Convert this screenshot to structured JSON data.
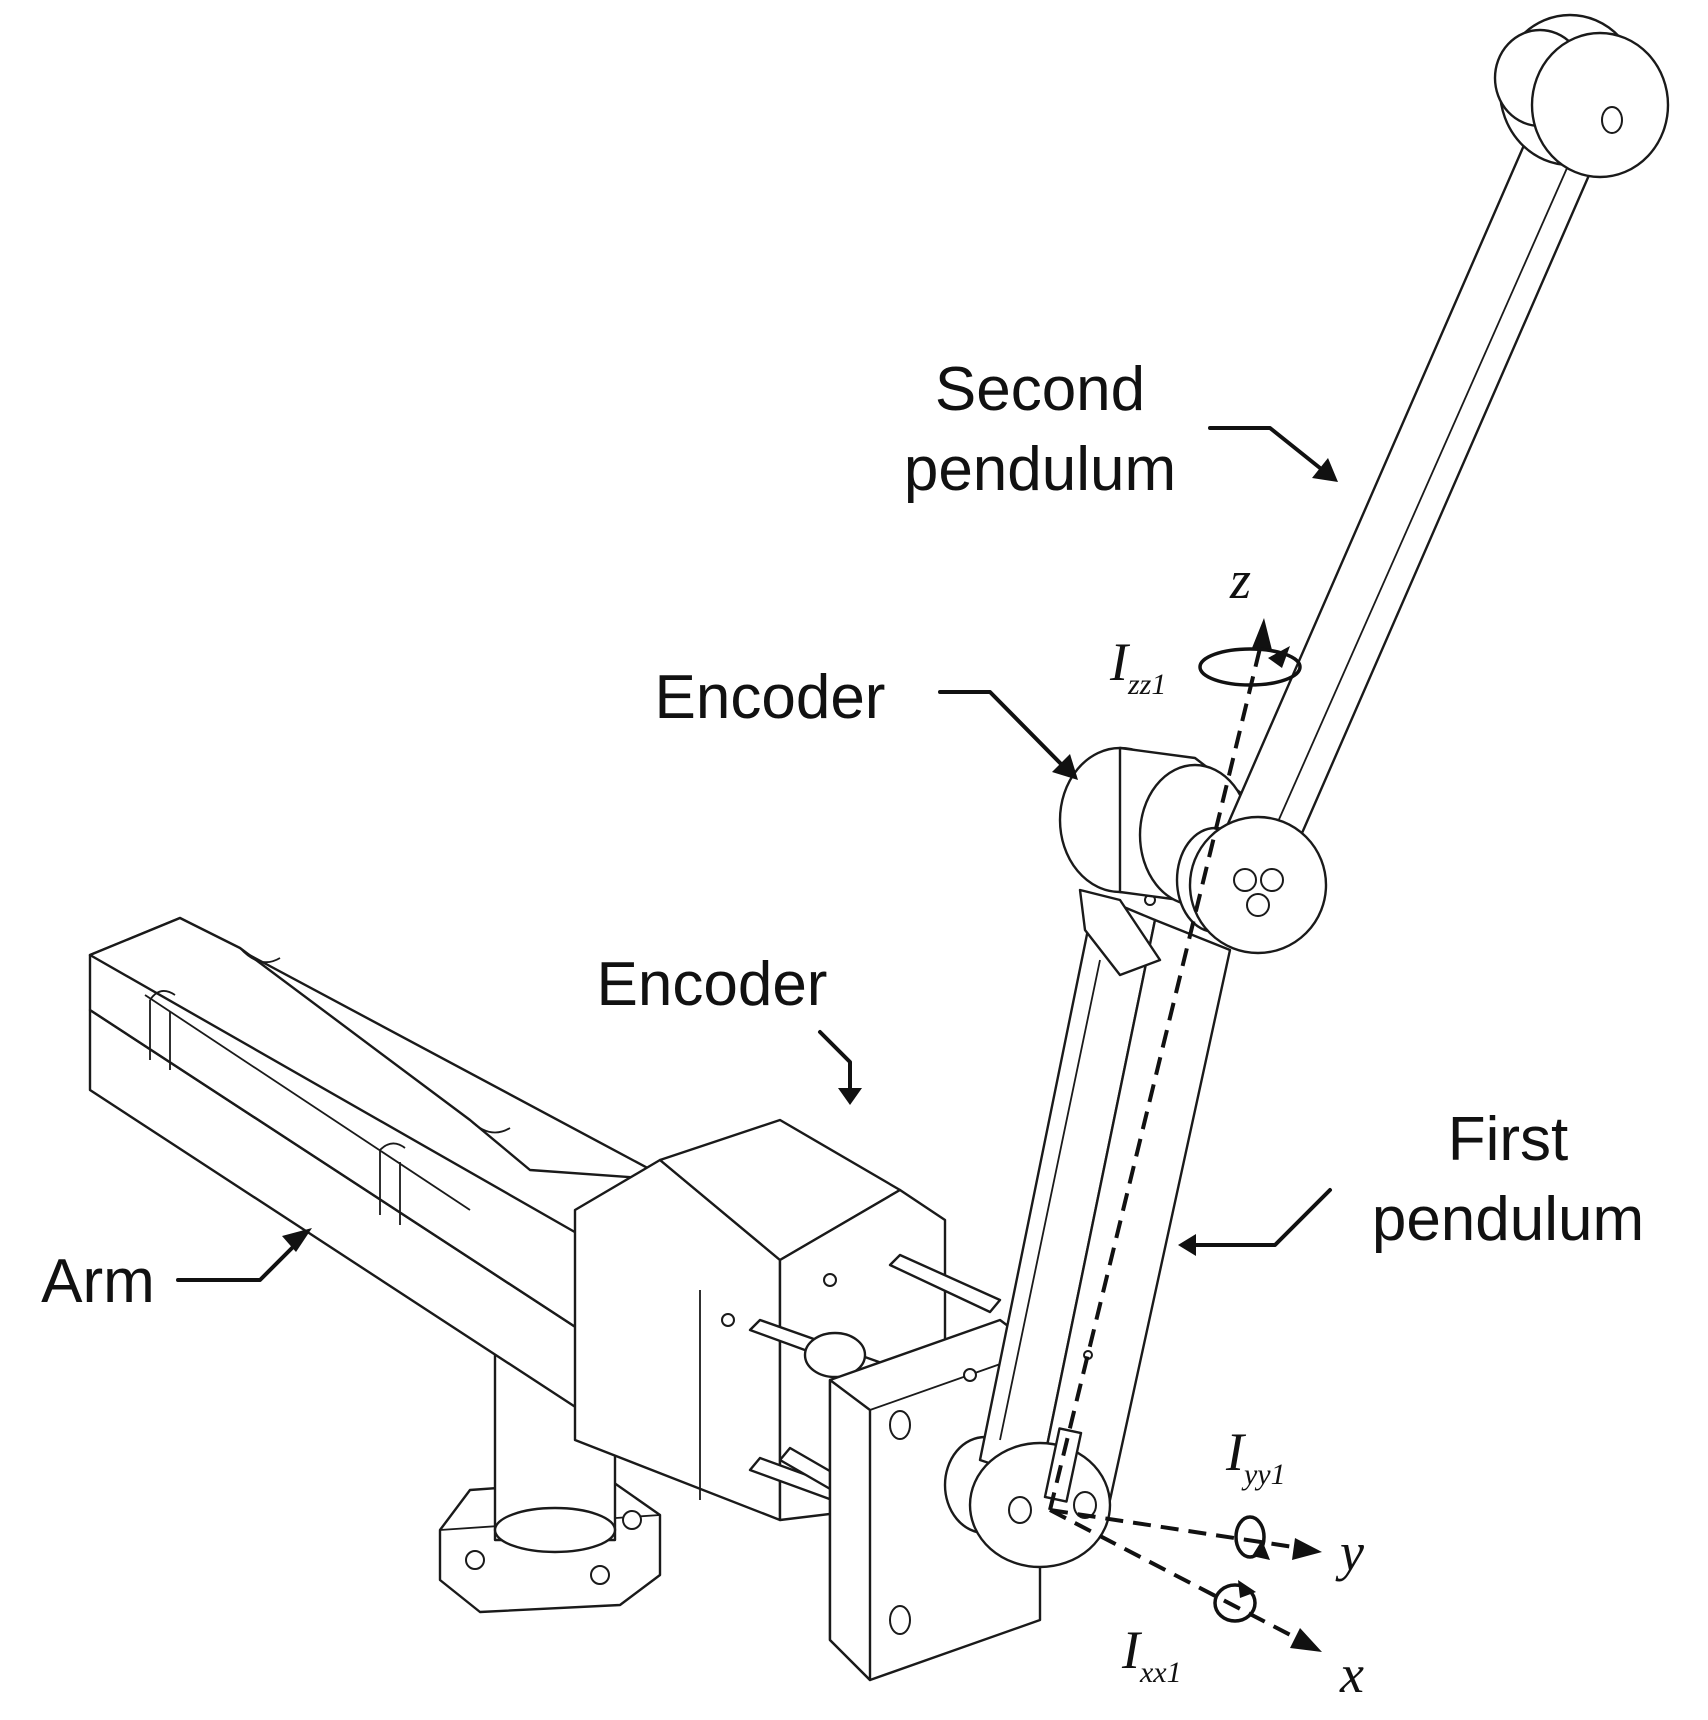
{
  "labels": {
    "second_pendulum_line1": "Second",
    "second_pendulum_line2": "pendulum",
    "encoder_top": "Encoder",
    "encoder_middle": "Encoder",
    "first_pendulum_line1": "First",
    "first_pendulum_line2": "pendulum",
    "arm": "Arm"
  },
  "axes": {
    "z": {
      "symbol": "z",
      "moment_symbol": "I",
      "moment_subscript": "zz1"
    },
    "y": {
      "symbol": "y",
      "moment_symbol": "I",
      "moment_subscript": "yy1"
    },
    "x": {
      "symbol": "x",
      "moment_symbol": "I",
      "moment_subscript": "xx1"
    }
  },
  "colors": {
    "line": "#111111",
    "background": "#ffffff"
  }
}
